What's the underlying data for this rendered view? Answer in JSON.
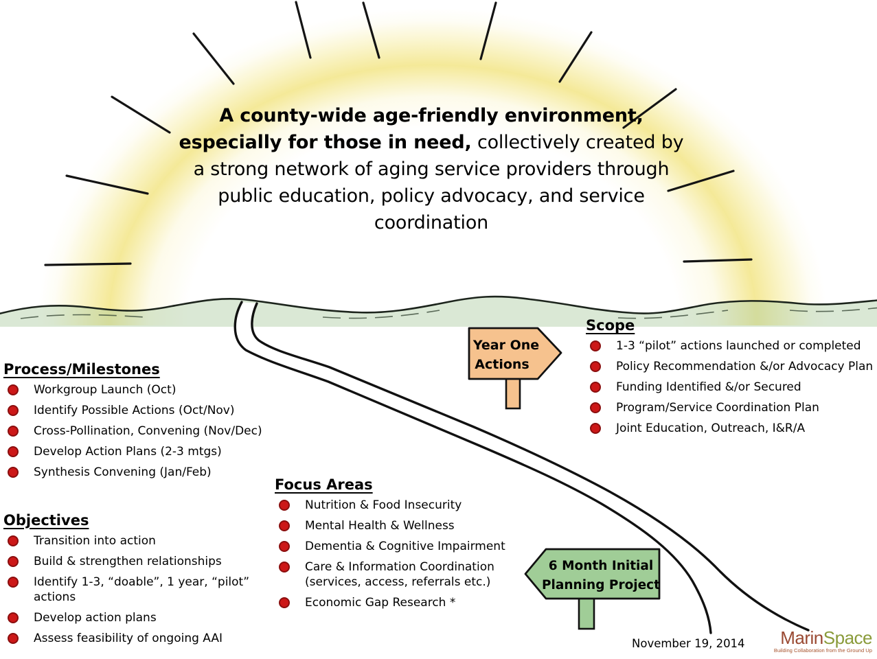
{
  "vision": {
    "bold": "A county-wide age-friendly environment, especially for those in need,",
    "rest": "collectively created by a strong network of aging service providers through public education, policy advocacy, and service coordination"
  },
  "sections": {
    "process": {
      "title": "Process/Milestones",
      "items": [
        "Workgroup Launch (Oct)",
        "Identify Possible Actions (Oct/Nov)",
        "Cross-Pollination, Convening (Nov/Dec)",
        "Develop Action Plans (2-3 mtgs)",
        "Synthesis Convening (Jan/Feb)"
      ]
    },
    "objectives": {
      "title": "Objectives",
      "items": [
        "Transition into action",
        "Build & strengthen relationships",
        "Identify 1-3, “doable”, 1 year, “pilot” actions",
        "Develop action plans",
        "Assess feasibility of ongoing AAI"
      ]
    },
    "focus": {
      "title": "Focus Areas",
      "items": [
        "Nutrition & Food Insecurity",
        "Mental Health & Wellness",
        "Dementia & Cognitive Impairment",
        "Care & Information Coordination (services, access, referrals etc.)",
        "Economic Gap Research *"
      ]
    },
    "scope": {
      "title": "Scope",
      "items": [
        "1-3 “pilot” actions launched or completed",
        "Policy Recommendation &/or Advocacy Plan",
        "Funding Identified &/or Secured",
        "Program/Service Coordination Plan",
        "Joint Education, Outreach, I&R/A"
      ]
    }
  },
  "signs": {
    "year_one": {
      "line1": "Year One",
      "line2": "Actions",
      "color": "#f6c28e"
    },
    "six_month": {
      "line1": "6 Month Initial",
      "line2": "Planning Project",
      "color": "#a0cd97"
    }
  },
  "footer": {
    "date": "November 19, 2014"
  },
  "logo": {
    "marin": "Marin",
    "space": "Space",
    "tagline": "Building Collaboration from the Ground Up",
    "marin_color": "#9a4a33",
    "space_color": "#8a9b3a"
  },
  "colors": {
    "bullet_red": "#cc1818",
    "sun_yellow": "#f3e68a",
    "hill_green": "#cfe2c6",
    "ink": "#000000"
  }
}
